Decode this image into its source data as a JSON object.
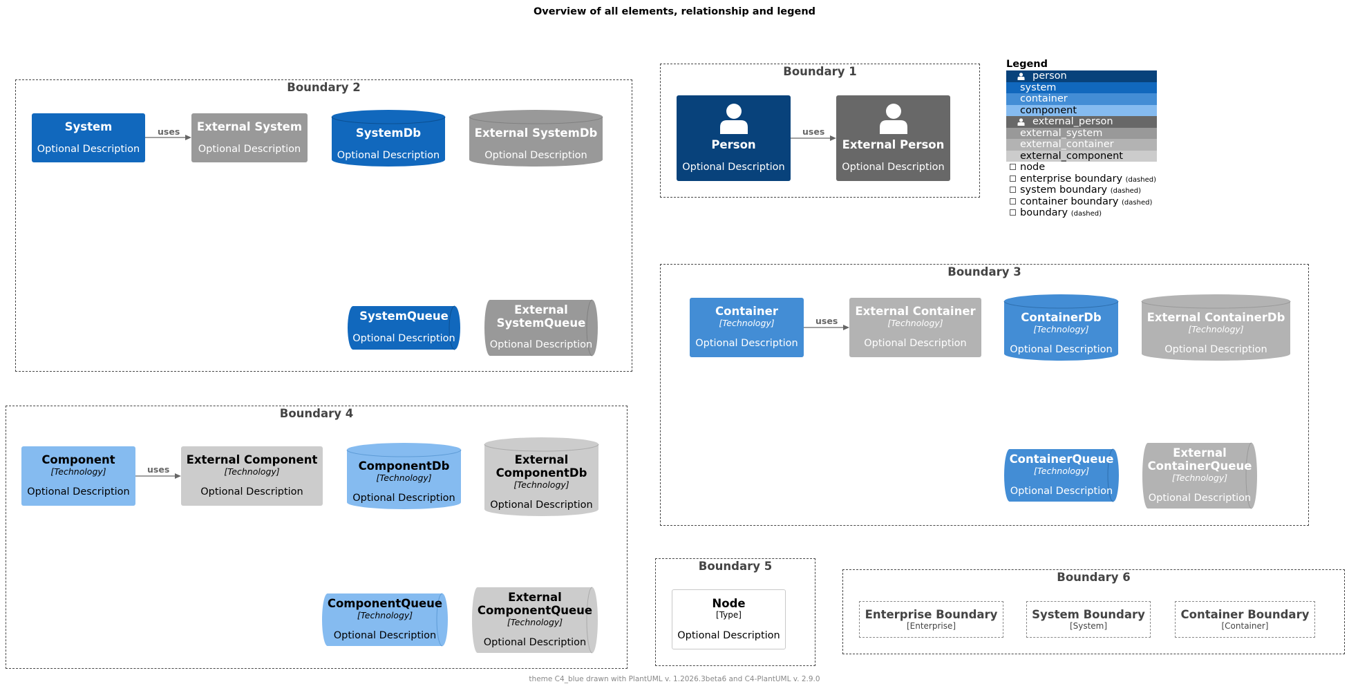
{
  "title": "Overview of all elements, relationship and legend",
  "footer": "theme C4_blue drawn with PlantUML v. 1.2026.3beta6 and C4-PlantUML v. 2.9.0",
  "colors": {
    "system": "#1168BD",
    "external_system": "#999999",
    "person": "#08427B",
    "external_person": "#686868",
    "container": "#438DD5",
    "external_container": "#B3B3B3",
    "component": "#85BBF0",
    "external_component": "#CCCCCC",
    "boundary_border": "#444444",
    "relation": "#666666"
  },
  "rel_label": "uses",
  "boundaries": {
    "b1": "Boundary 1",
    "b2": "Boundary 2",
    "b3": "Boundary 3",
    "b4": "Boundary 4",
    "b5": "Boundary 5",
    "b6": "Boundary 6"
  },
  "desc": "Optional Description",
  "tech": "[Technology]",
  "elements": {
    "system": "System",
    "external_system": "External System",
    "system_db": "SystemDb",
    "external_system_db": "External SystemDb",
    "system_queue": "SystemQueue",
    "external_system_queue_1": "External",
    "external_system_queue_2": "SystemQueue",
    "person": "Person",
    "external_person": "External Person",
    "container": "Container",
    "external_container": "External Container",
    "container_db": "ContainerDb",
    "external_container_db": "External ContainerDb",
    "container_queue": "ContainerQueue",
    "external_container_queue_1": "External",
    "external_container_queue_2": "ContainerQueue",
    "component": "Component",
    "external_component": "External Component",
    "component_db": "ComponentDb",
    "external_component_db_1": "External",
    "external_component_db_2": "ComponentDb",
    "component_queue": "ComponentQueue",
    "external_component_queue_1": "External",
    "external_component_queue_2": "ComponentQueue",
    "node": "Node",
    "node_type": "[Type]",
    "enterprise_boundary": "Enterprise Boundary",
    "enterprise_tag": "[Enterprise]",
    "system_boundary": "System Boundary",
    "system_tag": "[System]",
    "container_boundary": "Container Boundary",
    "container_tag": "[Container]"
  },
  "legend": {
    "title": "Legend",
    "colored": [
      {
        "label": "person",
        "icon": "person-icon"
      },
      {
        "label": "system",
        "icon": ""
      },
      {
        "label": "container",
        "icon": ""
      },
      {
        "label": "component",
        "icon": ""
      },
      {
        "label": "external_person",
        "icon": "person-icon"
      },
      {
        "label": "external_system",
        "icon": ""
      },
      {
        "label": "external_container",
        "icon": ""
      },
      {
        "label": "external_component",
        "icon": ""
      }
    ],
    "plain": [
      {
        "label": "node",
        "note": ""
      },
      {
        "label": "enterprise boundary",
        "note": "(dashed)"
      },
      {
        "label": "system boundary",
        "note": "(dashed)"
      },
      {
        "label": "container boundary",
        "note": "(dashed)"
      },
      {
        "label": "boundary",
        "note": "(dashed)"
      }
    ]
  }
}
